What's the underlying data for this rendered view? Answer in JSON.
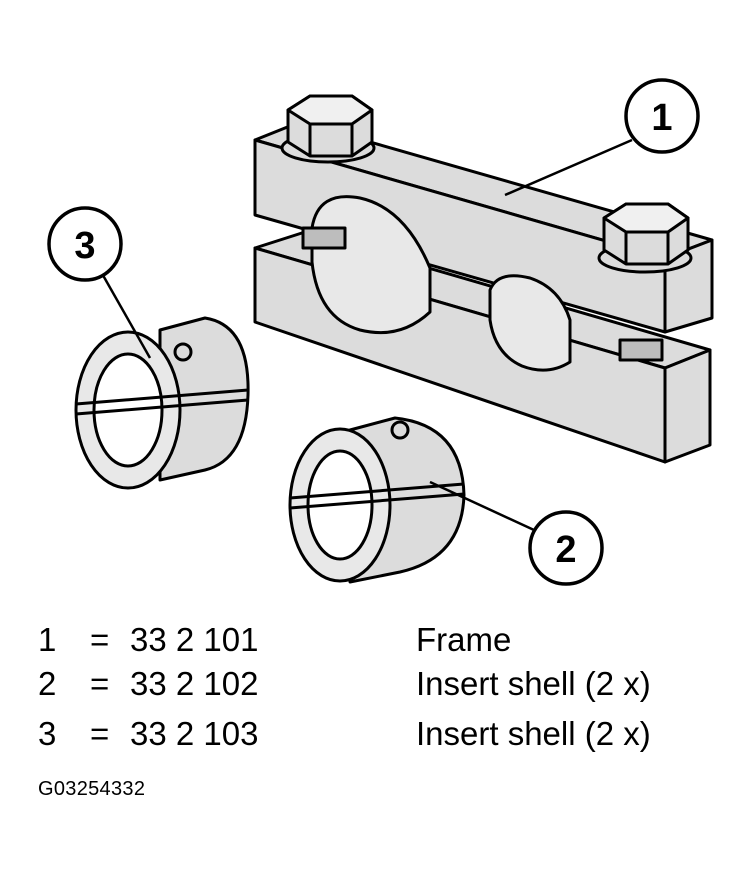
{
  "diagram": {
    "callouts": [
      {
        "number": "1"
      },
      {
        "number": "2"
      },
      {
        "number": "3"
      }
    ]
  },
  "legend": [
    {
      "number": "1",
      "equals": "=",
      "part": "33 2 101",
      "description": "Frame"
    },
    {
      "number": "2",
      "equals": "=",
      "part": "33 2 102",
      "description": "Insert shell (2 x)"
    },
    {
      "number": "3",
      "equals": "=",
      "part": "33 2 103",
      "description": "Insert shell (2 x)"
    }
  ],
  "figure_code": "G03254332"
}
